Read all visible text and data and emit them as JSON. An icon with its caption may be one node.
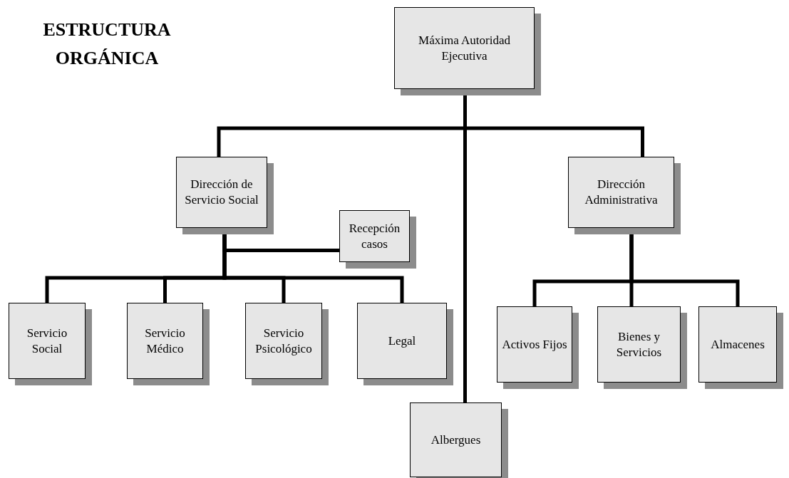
{
  "diagram": {
    "title": "ESTRUCTURA ORGÁNICA",
    "nodes": [
      {
        "text": [
          "Máxima Autoridad Ejecutiva"
        ]
      },
      {
        "text": [
          "Dirección de Servicio Social"
        ]
      },
      {
        "text": [
          "Recepción casos"
        ]
      },
      {
        "text": [
          "Dirección Administrativa"
        ]
      },
      {
        "text": [
          "Servicio Social"
        ]
      },
      {
        "text": [
          "Servicio Médico"
        ]
      },
      {
        "text": [
          "Servicio Psicológico"
        ]
      },
      {
        "text": [
          "Legal"
        ]
      },
      {
        "text": [
          "Activos Fijos"
        ]
      },
      {
        "text": [
          "Bienes y Servicios"
        ]
      },
      {
        "text": [
          "Almacenes"
        ]
      },
      {
        "text": [
          "Albergues"
        ]
      }
    ],
    "edges": [
      {
        "from": 0,
        "to": 1,
        "arrow": "none"
      },
      {
        "from": 0,
        "to": 3,
        "arrow": "none"
      },
      {
        "from": 0,
        "to": 11,
        "arrow": "none"
      },
      {
        "from": 1,
        "to": 2,
        "arrow": "none"
      },
      {
        "from": 1,
        "to": 4,
        "arrow": "none"
      },
      {
        "from": 1,
        "to": 5,
        "arrow": "none"
      },
      {
        "from": 1,
        "to": 6,
        "arrow": "none"
      },
      {
        "from": 1,
        "to": 7,
        "arrow": "none"
      },
      {
        "from": 3,
        "to": 8,
        "arrow": "none"
      },
      {
        "from": 3,
        "to": 9,
        "arrow": "none"
      },
      {
        "from": 3,
        "to": 10,
        "arrow": "none"
      }
    ]
  }
}
